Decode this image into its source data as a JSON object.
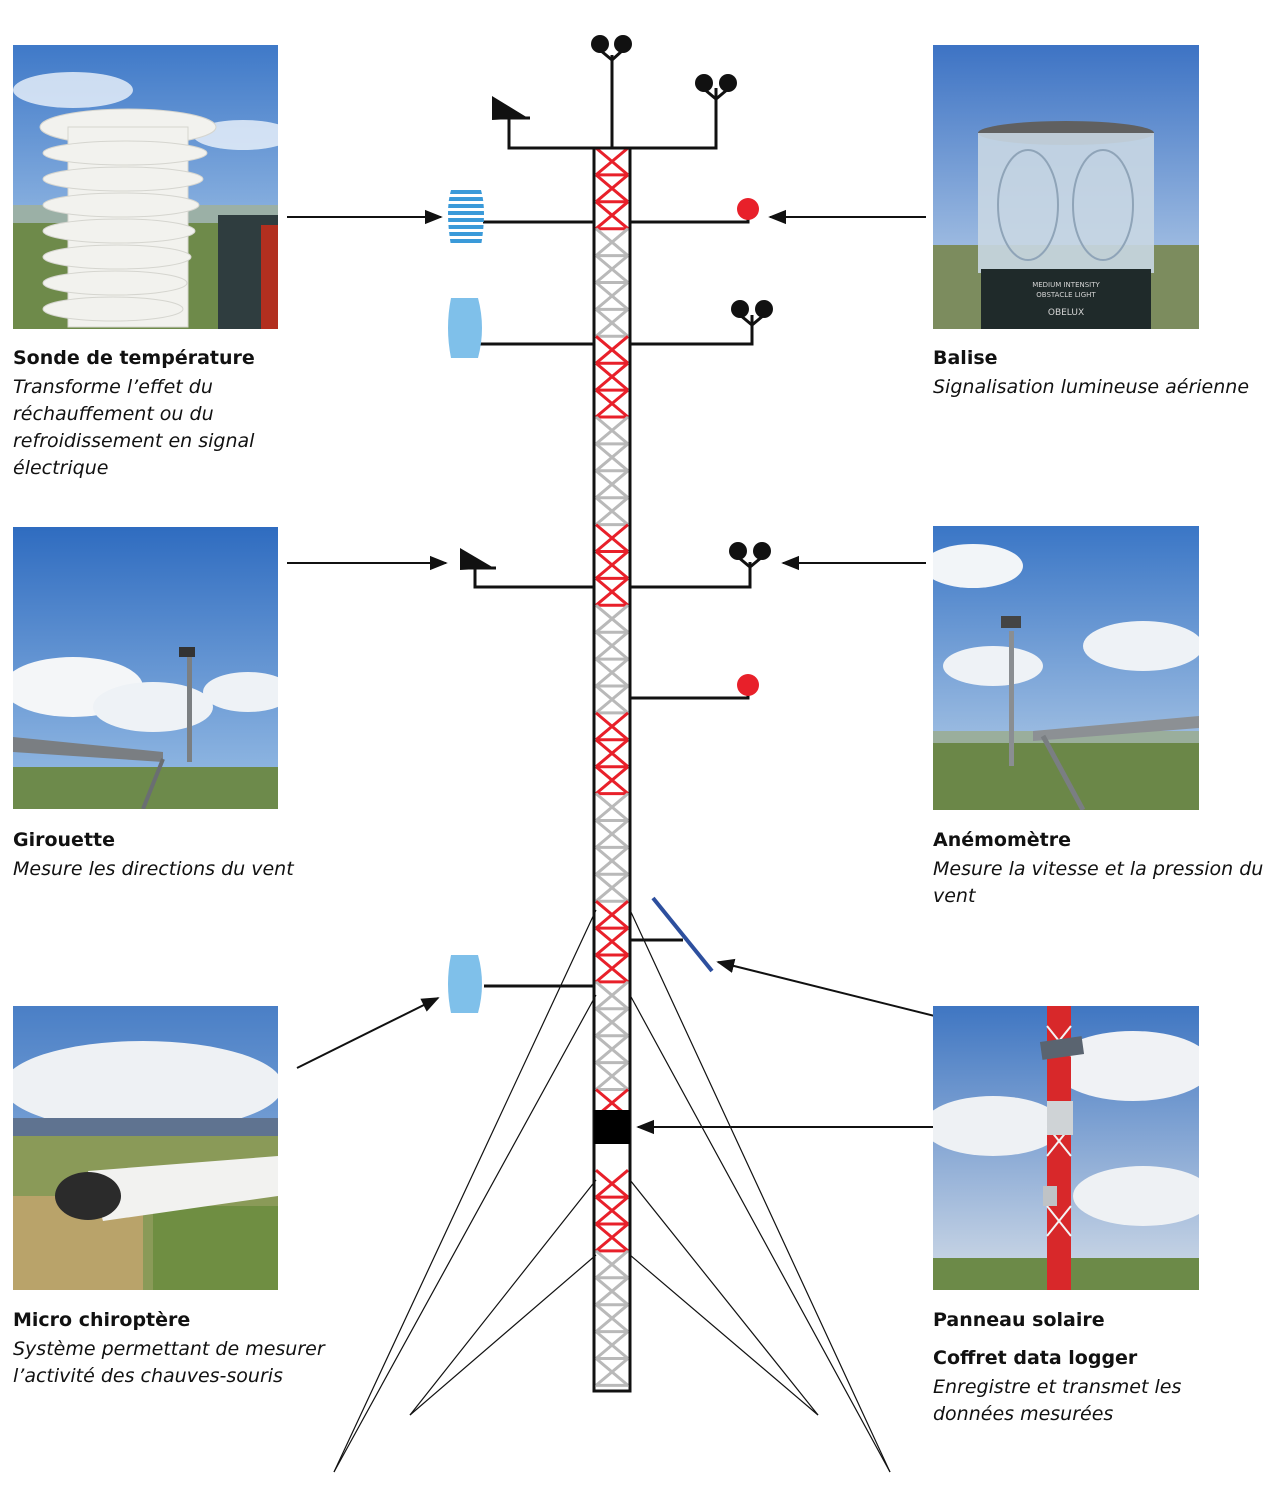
{
  "instruments": {
    "temperature": {
      "title": "Sonde de température",
      "desc": "Transforme l’effet du réchauffement ou du refroidissement en signal électrique"
    },
    "balise": {
      "title": "Balise",
      "desc": "Signalisation lumineuse aérienne"
    },
    "girouette": {
      "title": "Girouette",
      "desc": "Mesure les directions du vent"
    },
    "anemometre": {
      "title": "Anémomètre",
      "desc": "Mesure la vitesse et la pression du vent"
    },
    "micro": {
      "title": "Micro chiroptère",
      "desc": "Système permettant de mesurer l’activité des chauves-souris"
    },
    "panneau": {
      "title": "Panneau solaire"
    },
    "coffret": {
      "title": "Coffret data logger",
      "desc": "Enregistre et transmet les données mesurées"
    }
  },
  "photo_text": {
    "balise_line1": "MEDIUM INTENSITY",
    "balise_line2": "OBSTACLE LIGHT",
    "balise_brand": "OBELUX"
  },
  "colors": {
    "mast_red": "#e8202a",
    "mast_gray": "#b9b9b9",
    "beacon_red": "#e8202a",
    "sensor_blue": "#7fc0ea",
    "stripe_blue": "#3a9ad9",
    "solar_panel_blue": "#2d4f9e"
  }
}
